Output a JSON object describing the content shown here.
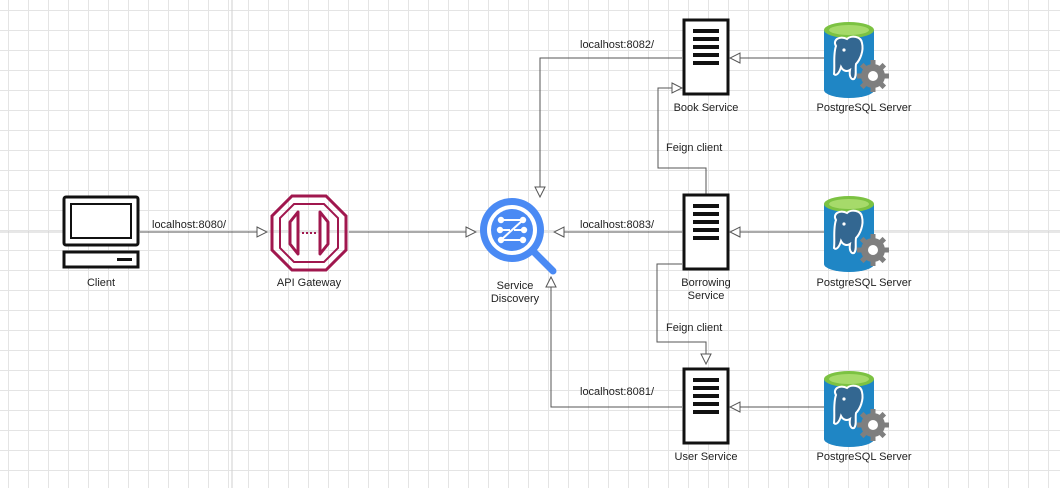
{
  "nodes": {
    "client": "Client",
    "api_gateway": "API Gateway",
    "service_discovery_line1": "Service",
    "service_discovery_line2": "Discovery",
    "book_service": "Book Service",
    "borrowing_service_line1": "Borrowing",
    "borrowing_service_line2": "Service",
    "user_service": "User Service",
    "postgres_book": "PostgreSQL Server",
    "postgres_borrowing": "PostgreSQL Server",
    "postgres_user": "PostgreSQL Server"
  },
  "edges": {
    "client_to_gateway": "localhost:8080/",
    "book_to_discovery": "localhost:8082/",
    "borrowing_to_discovery": "localhost:8083/",
    "user_to_discovery": "localhost:8081/",
    "borrowing_to_book": "Feign client",
    "borrowing_to_user": "Feign client"
  },
  "colors": {
    "gateway": "#a0174e",
    "discovery": "#4a8af4",
    "db_body": "#1f86c5",
    "db_top": "#7cc242",
    "gear": "#7f7f7f",
    "line": "#555555"
  },
  "icons": {
    "client": "computer-monitor-icon",
    "gateway": "api-gateway-octagon-icon",
    "discovery": "service-discovery-magnifier-icon",
    "server": "server-rack-icon",
    "database": "postgresql-database-icon"
  }
}
